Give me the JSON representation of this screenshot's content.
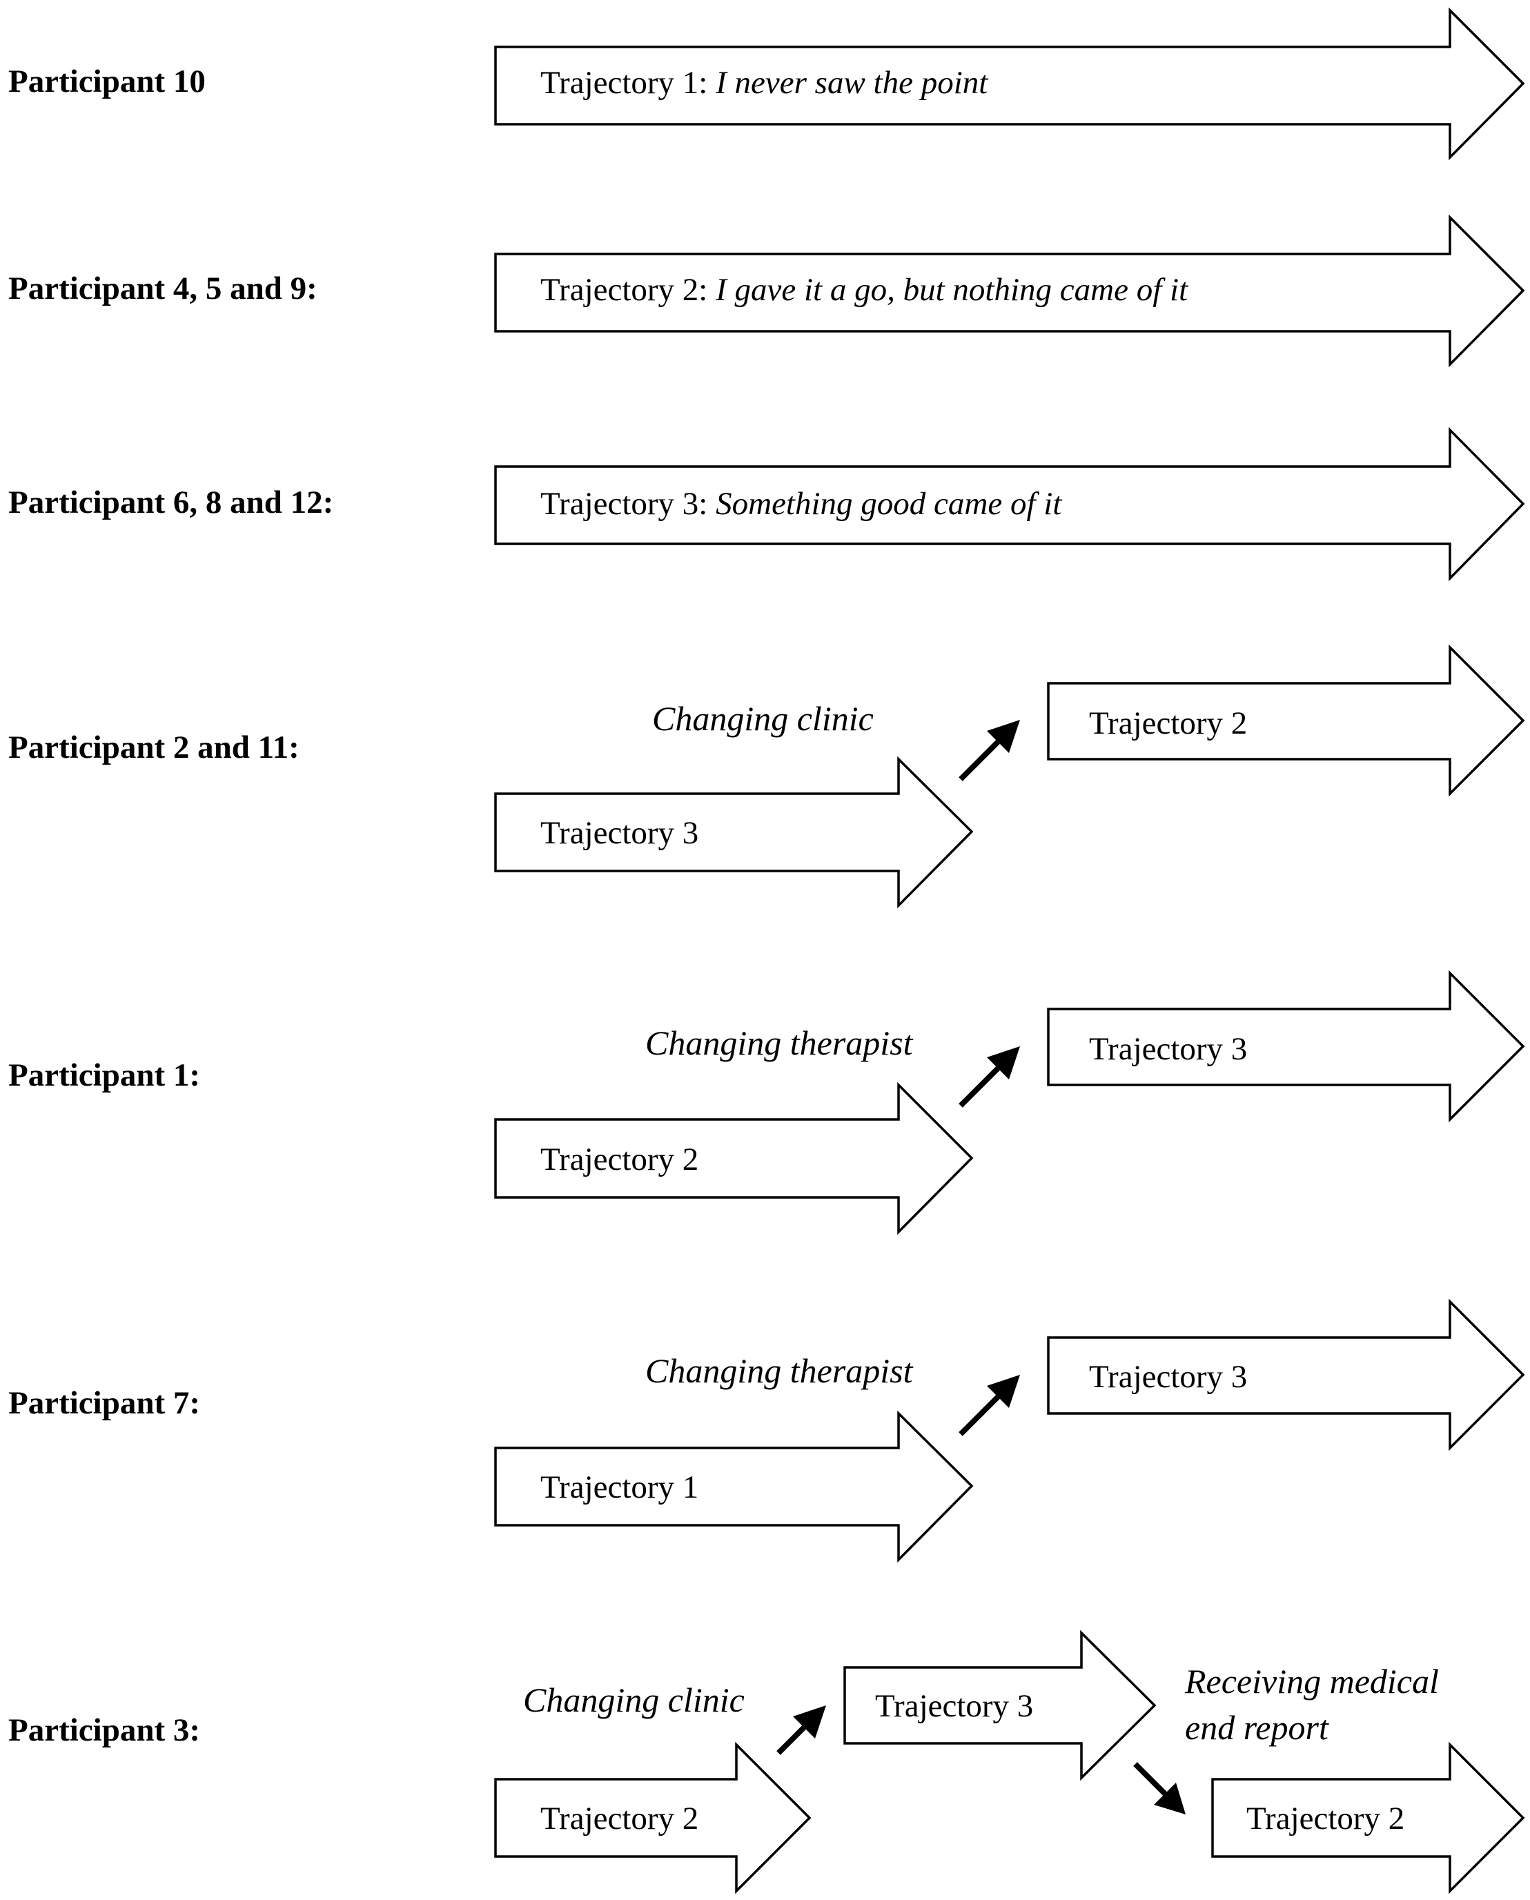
{
  "rows": [
    {
      "participant": "Participant 10",
      "trajectory_prefix": "Trajectory 1: ",
      "trajectory_quote": "I never saw the point"
    },
    {
      "participant": "Participant 4, 5 and 9:",
      "trajectory_prefix": "Trajectory 2: ",
      "trajectory_quote": "I gave it a go, but nothing came of it"
    },
    {
      "participant": "Participant 6, 8 and 12:",
      "trajectory_prefix": "Trajectory 3: ",
      "trajectory_quote": "Something good came of it"
    },
    {
      "participant": "Participant 2 and 11:",
      "from": "Trajectory 3",
      "change": "Changing clinic",
      "to": "Trajectory 2"
    },
    {
      "participant": "Participant 1:",
      "from": "Trajectory 2",
      "change": "Changing therapist",
      "to": "Trajectory 3"
    },
    {
      "participant": "Participant 7:",
      "from": "Trajectory 1",
      "change": "Changing therapist",
      "to": "Trajectory 3"
    },
    {
      "participant": "Participant 3:",
      "from": "Trajectory 2",
      "change": "Changing clinic",
      "to": "Trajectory 3",
      "change2_line1": "Receiving medical",
      "change2_line2": "end report",
      "to2": "Trajectory 2"
    }
  ]
}
